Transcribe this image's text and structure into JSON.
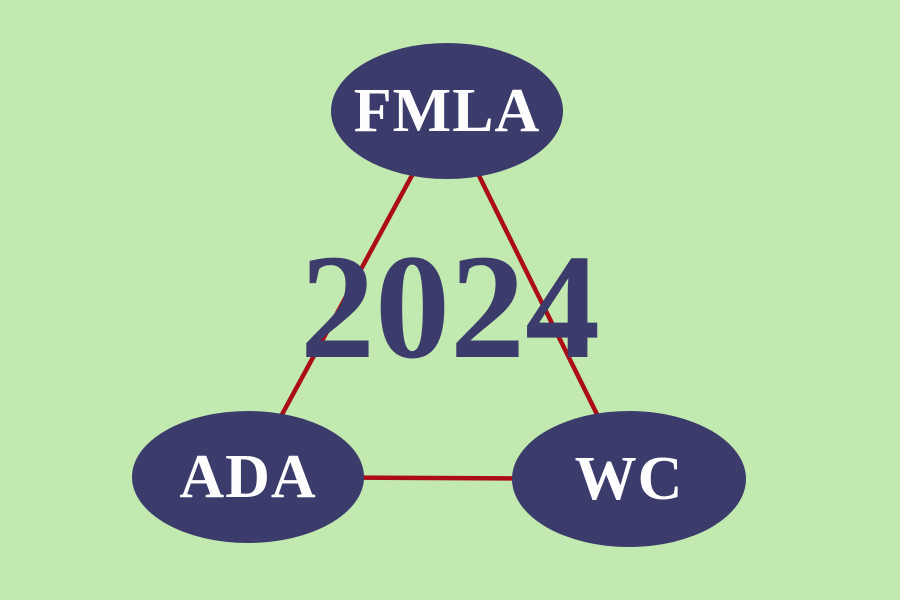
{
  "diagram": {
    "year": "2024",
    "nodes": [
      {
        "id": "fmla",
        "label": "FMLA"
      },
      {
        "id": "ada",
        "label": "ADA"
      },
      {
        "id": "wc",
        "label": "WC"
      }
    ],
    "edges": [
      {
        "from": "FMLA",
        "to": "ADA"
      },
      {
        "from": "FMLA",
        "to": "WC"
      },
      {
        "from": "ADA",
        "to": "WC"
      }
    ],
    "colors": {
      "background": "#c2e9af",
      "node_fill": "#3b3b6c",
      "node_text": "#fdfdfd",
      "connector": "#ab0c16",
      "year_text": "#3b3b6c"
    }
  }
}
